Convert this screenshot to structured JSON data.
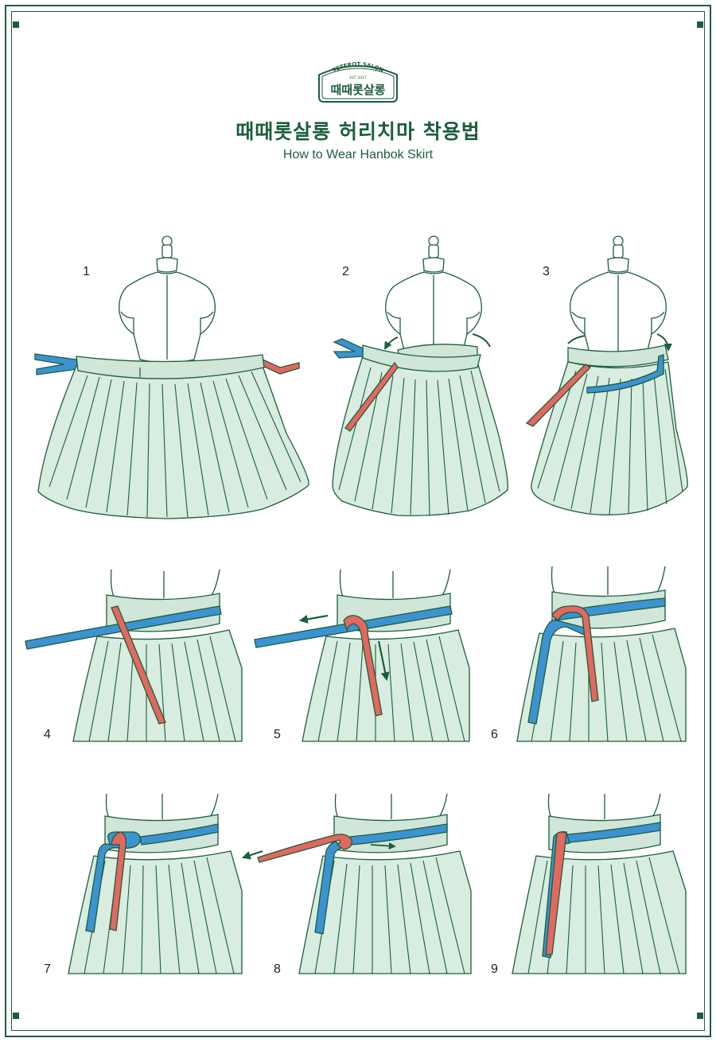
{
  "logo": {
    "arc_text": "TETEROT SALON",
    "est": "EST 2017",
    "name": "때때롯살롱"
  },
  "title": "때때롯살롱 허리치마 착용법",
  "subtitle": "How to Wear Hanbok Skirt",
  "steps": [
    "1",
    "2",
    "3",
    "4",
    "5",
    "6",
    "7",
    "8",
    "9"
  ],
  "colors": {
    "frame": "#1b5e3b",
    "skirt_fill": "#d8ece0",
    "waistband_fill": "#cfe6d8",
    "outline": "#1b5e3b",
    "blue_tie": "#3c93d2",
    "red_tie": "#e3685f",
    "mannequin_fill": "#ffffff"
  }
}
